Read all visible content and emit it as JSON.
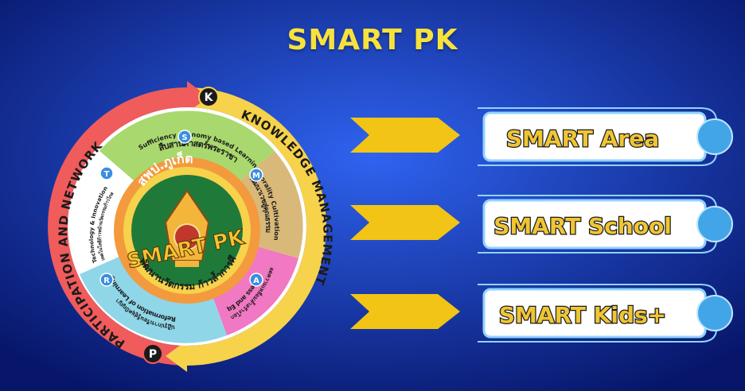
{
  "title": "SMART PK",
  "colors": {
    "bg_center": "#2f63f0",
    "bg_edge": "#07166a",
    "title": "#f7e23c",
    "arrow": "#f2c415",
    "box_border": "#8fd3ff",
    "dot": "#42a5e8",
    "label_fill": "#f0c534",
    "label_stroke": "#1a1a1a",
    "ring_red": "#f05b5b",
    "ring_yellow": "#f7d24b",
    "seg_green": "#a9d86e",
    "seg_tan": "#d8b97a",
    "seg_pink": "#f178c2",
    "seg_blue": "#8fd6e8",
    "inner_orange": "#f39a3e",
    "inner_green": "#1f7a3a"
  },
  "wheel": {
    "outer_left_text": "PARTICIPATION AND NETWORK",
    "outer_right_text": "KNOWLEDGE MANAGEMENT",
    "badge_top": "K",
    "badge_bottom": "P",
    "segments": {
      "s": {
        "letter": "S",
        "en": "Sufficiency Economy based Learning",
        "th": "สืบสานศาสตร์พระราชา"
      },
      "m": {
        "letter": "M",
        "en": "Morality Cultivation",
        "th": "พัฒนาเวชสู่คุณธรรม"
      },
      "a": {
        "letter": "A",
        "en": "Access and Equity",
        "th": "ลดความเหลื่อมล้ำสร้างโอกาสทางการศึกษา"
      },
      "r": {
        "letter": "R",
        "en": "Reformation of Learning",
        "th": "ปฏิรูปการเรียนรู้สู่ยุคปัญญา"
      },
      "t": {
        "letter": "T",
        "en": "Technology & Innovation",
        "th": "เทคโนโลยีก้าวหน้านวัตกรรมก้าวไกล"
      }
    },
    "center_top_text": "สพป.ภูเก็ต",
    "center_logo_text": "SMART PK",
    "center_bottom_text": "พัฒนานวัตกรรม ก้าวล้ำการศึกษา"
  },
  "items": [
    {
      "label": "SMART Area"
    },
    {
      "label": "SMART School"
    },
    {
      "label": "SMART Kids+"
    }
  ]
}
